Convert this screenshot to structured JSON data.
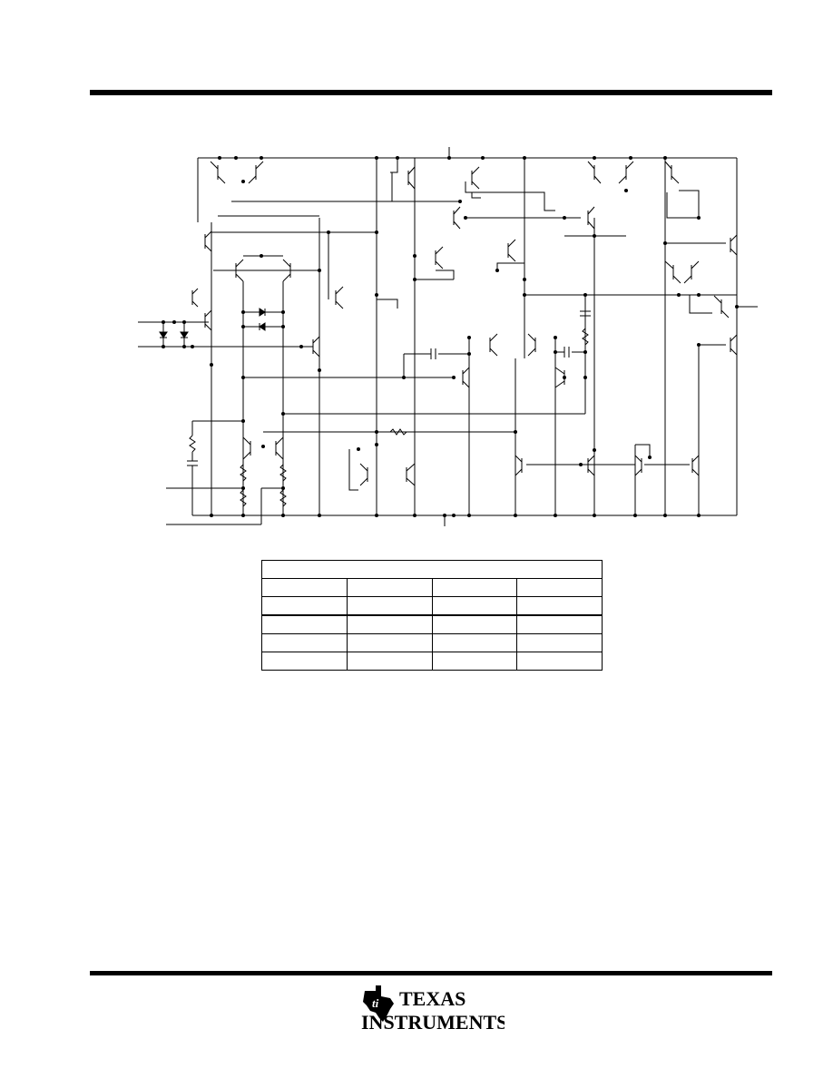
{
  "document": {
    "header_rule": true,
    "footer_rule": true
  },
  "schematic": {
    "icon": "equivalent-schematic-diagram",
    "stroke_color": "#000000"
  },
  "table": {
    "title": "",
    "columns": [
      "",
      "",
      "",
      ""
    ],
    "rows": [
      [
        "",
        "",
        "",
        ""
      ],
      [
        "",
        "",
        "",
        ""
      ],
      [
        "",
        "",
        "",
        ""
      ],
      [
        "",
        "",
        "",
        ""
      ]
    ]
  },
  "footer": {
    "logo_icon": "texas-instruments-logo",
    "logo_line1": "TEXAS",
    "logo_line2": "INSTRUMENTS"
  }
}
